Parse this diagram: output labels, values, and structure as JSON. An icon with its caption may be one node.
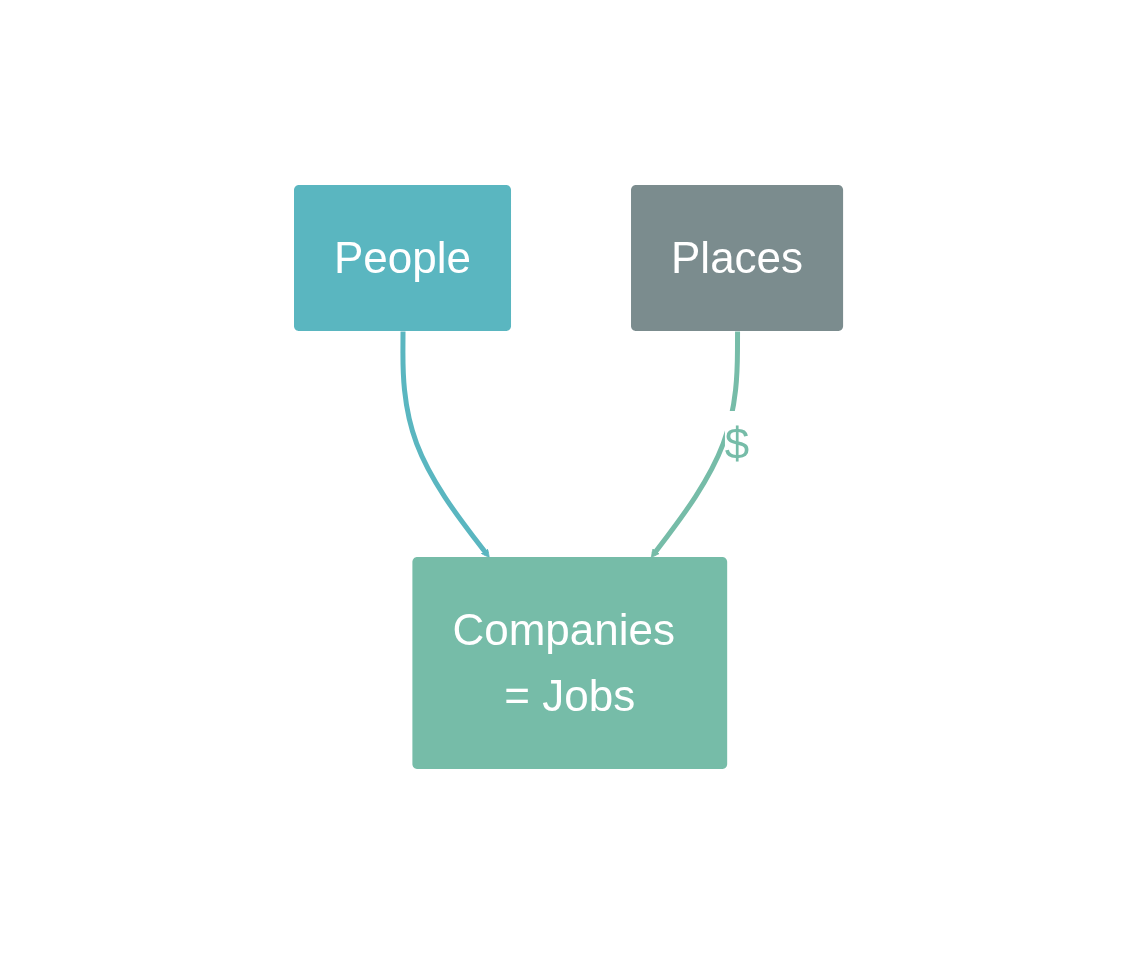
{
  "diagram": {
    "nodes": [
      {
        "text": [
          "People"
        ]
      },
      {
        "text": [
          "Places"
        ]
      },
      {
        "text": [
          "Companies = Jobs"
        ]
      }
    ],
    "edges": [
      {
        "from": 0,
        "to": 2,
        "arrow": "to",
        "color": "#5ab6c0"
      },
      {
        "from": 1,
        "to": 2,
        "arrow": "to",
        "color": "#76bca8",
        "label": "$"
      }
    ]
  }
}
